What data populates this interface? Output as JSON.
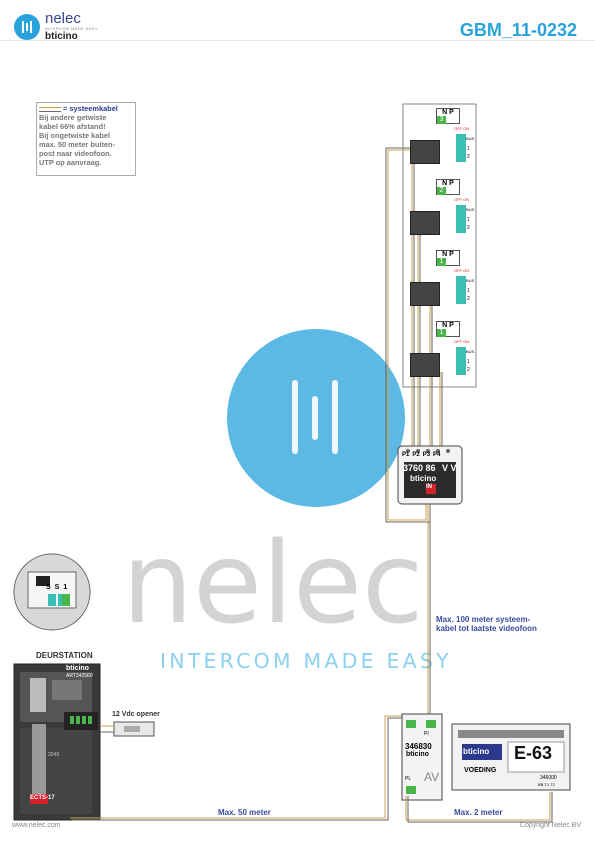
{
  "header": {
    "logo_name": "nelec",
    "logo_tagline": "INTERCOM MADE EASY",
    "logo_brand": "bticino",
    "doc_code": "GBM_11-0232"
  },
  "watermark": {
    "word": "nelec",
    "tagline": "INTERCOM MADE EASY"
  },
  "notes": {
    "legend_label": "= systeemkabel",
    "lines": [
      "Bij andere getwiste",
      "kabel 66% afstand!",
      "Bij ongetwiste kabel",
      "max. 50 meter buiten-",
      "post naar videofoon.",
      "UTP op aanvraag."
    ]
  },
  "monitors": [
    {
      "n_label": "N",
      "p_label": "P",
      "n_value": "3",
      "off_on": "OFF ON",
      "bus": "BUS",
      "t1": "1",
      "t2": "2"
    },
    {
      "n_label": "N",
      "p_label": "P",
      "n_value": "2",
      "off_on": "OFF ON",
      "bus": "BUS",
      "t1": "1",
      "t2": "2"
    },
    {
      "n_label": "N",
      "p_label": "P",
      "n_value": "1",
      "off_on": "OFF ON",
      "bus": "BUS",
      "t1": "1",
      "t2": "2"
    },
    {
      "n_label": "N",
      "p_label": "P",
      "n_value": "1",
      "off_on": "OFF ON",
      "bus": "BUS",
      "t1": "1",
      "t2": "2"
    }
  ],
  "distributor": {
    "ports": [
      "P1",
      "P2",
      "P3",
      "P4"
    ],
    "code": "3760 86",
    "vv": "V V",
    "brand": "bticino",
    "in_label": "IN"
  },
  "door_station": {
    "title": "DEURSTATION",
    "brand": "bticino",
    "art": "ART342560",
    "art_small": "3249",
    "inset_labels": [
      "S",
      "S",
      "1"
    ],
    "base_label": "ECTS-17"
  },
  "opener": {
    "label": "12 Vdc opener"
  },
  "av_module": {
    "code": "346830",
    "brand": "bticino",
    "label": "AV",
    "pi": "PI",
    "pl": "PL"
  },
  "power_supply": {
    "brand": "bticino",
    "model": "E-63",
    "label": "VOEDING",
    "code": "346000",
    "terminals": "BB T1 T2"
  },
  "cables": {
    "system_note_1": "Max. 100 meter systeem-",
    "system_note_2": "kabel tot laatste videofoon",
    "max_50": "Max. 50 meter",
    "max_2": "Max. 2 meter"
  },
  "footer": {
    "website": "www.nelec.com",
    "copyright": "Copyright Nelec BV"
  },
  "colors": {
    "brand_blue": "#2aa3dc",
    "navy": "#2b3a8c",
    "bus_teal": "#3bbfb3",
    "green": "#4ab54a",
    "red": "#d2232a",
    "cable_tan": "#caa04a"
  }
}
